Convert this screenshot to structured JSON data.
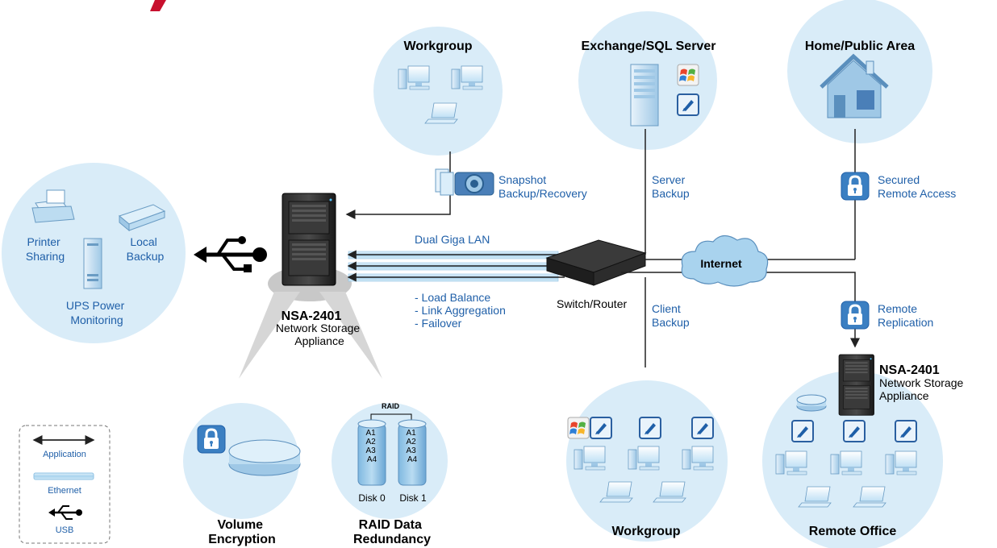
{
  "colors": {
    "bubble": "#d9ecf8",
    "link_blue": "#1f5fa8",
    "ethernet": "#b9dcef",
    "accent_red": "#c8102e"
  },
  "workgroup_top": {
    "title": "Workgroup"
  },
  "exchange": {
    "title": "Exchange/SQL Server"
  },
  "home": {
    "title": "Home/Public Area"
  },
  "peripherals": {
    "printer": [
      "Printer",
      "Sharing"
    ],
    "local": [
      "Local",
      "Backup"
    ],
    "ups": [
      "UPS Power",
      "Monitoring"
    ]
  },
  "nas_main": {
    "model": "NSA-2401",
    "desc": [
      "Network Storage",
      "Appliance"
    ]
  },
  "nas_remote": {
    "model": "NSA-2401",
    "desc": [
      "Network Storage",
      "Appliance"
    ]
  },
  "snapshot": {
    "label": [
      "Snapshot",
      "Backup/Recovery"
    ]
  },
  "server_backup": {
    "label": [
      "Server",
      "Backup"
    ]
  },
  "secured_access": {
    "label": [
      "Secured",
      "Remote Access"
    ]
  },
  "dual_lan": {
    "label": "Dual Giga LAN"
  },
  "lan_features": [
    "- Load Balance",
    "- Link Aggregation",
    "- Failover"
  ],
  "switch": {
    "label": "Switch/Router"
  },
  "internet": {
    "label": "Internet"
  },
  "client_backup": {
    "label": [
      "Client",
      "Backup"
    ]
  },
  "remote_replication": {
    "label": [
      "Remote",
      "Replication"
    ]
  },
  "volume": {
    "title": [
      "Volume",
      "Encryption"
    ]
  },
  "raid": {
    "header": "RAID",
    "blocks": [
      "A1",
      "A2",
      "A3",
      "A4"
    ],
    "disks": [
      "Disk 0",
      "Disk 1"
    ],
    "title": [
      "RAID Data",
      "Redundancy"
    ]
  },
  "workgroup_bottom": {
    "title": "Workgroup"
  },
  "remote_office": {
    "title": "Remote Office"
  },
  "legend": {
    "application": "Application",
    "ethernet": "Ethernet",
    "usb": "USB"
  }
}
